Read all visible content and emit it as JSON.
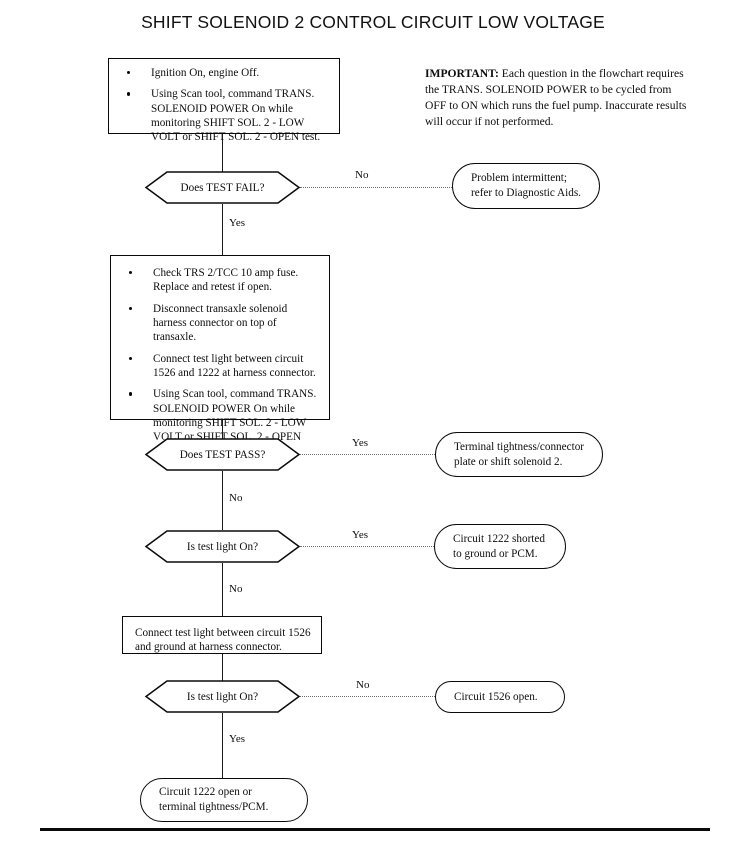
{
  "title": "SHIFT SOLENOID 2 CONTROL CIRCUIT LOW VOLTAGE",
  "note": {
    "lead": "IMPORTANT:",
    "body": " Each question in the flowchart requires the TRANS. SOLENOID POWER to be cycled from OFF to ON which runs the fuel pump. Inaccurate results will occur if not performed."
  },
  "steps": {
    "step1": {
      "bullets": [
        "Ignition On, engine Off.",
        "Using Scan tool, command TRANS. SOLENOID POWER On while monitoring SHIFT SOL. 2 - LOW VOLT or SHIFT SOL. 2 - OPEN test."
      ]
    },
    "step2": {
      "bullets": [
        "Check TRS 2/TCC 10 amp fuse. Replace and retest if open.",
        "Disconnect transaxle solenoid harness connector on top of transaxle.",
        "Connect test light between circuit 1526 and 1222 at harness connector.",
        "Using Scan tool, command TRANS. SOLENOID POWER On while monitoring SHIFT SOL. 2 - LOW VOLT or SHIFT SOL. 2 - OPEN test."
      ]
    },
    "step3": {
      "text": "Connect test light between circuit 1526 and ground at harness connector."
    }
  },
  "decisions": {
    "d1": {
      "text": "Does TEST FAIL?",
      "yes": "Yes",
      "no": "No"
    },
    "d2": {
      "text": "Does TEST PASS?",
      "yes": "Yes",
      "no": "No"
    },
    "d3": {
      "text": "Is test light On?",
      "yes": "Yes",
      "no": "No"
    },
    "d4": {
      "text": "Is test light On?",
      "yes": "Yes",
      "no": "No"
    }
  },
  "results": {
    "r1": {
      "line1": "Problem intermittent;",
      "line2": "refer to Diagnostic Aids."
    },
    "r2": {
      "line1": "Terminal tightness/connector",
      "line2": "plate or shift solenoid 2."
    },
    "r3": {
      "line1": "Circuit 1222 shorted",
      "line2": "to ground or PCM."
    },
    "r4": {
      "line1": "Circuit 1526 open.",
      "line2": ""
    },
    "r5": {
      "line1": "Circuit 1222 open or",
      "line2": "terminal tightness/PCM."
    }
  },
  "colors": {
    "ink": "#0a0a0a",
    "paper": "#ffffff",
    "connector": "#1a1a1a",
    "dotted": "#6e6e6e"
  }
}
